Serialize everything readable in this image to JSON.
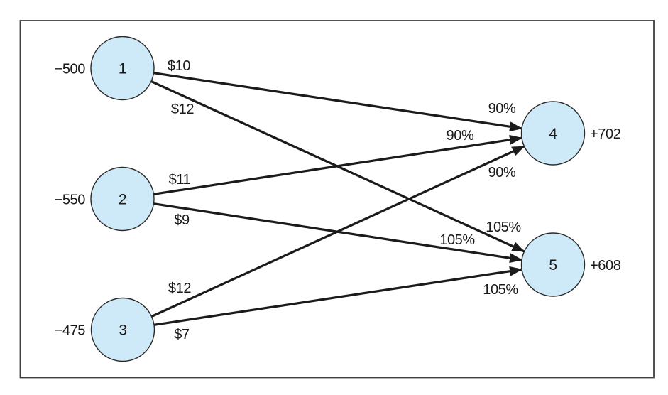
{
  "figure": {
    "description": "Network flow diagram: three supply nodes (1,2,3) connected by cost/yield arcs to two demand nodes (4,5)",
    "colors": {
      "node_fill": "#cee9f7",
      "node_stroke": "#2a2a2a",
      "edge_color": "#1b1b1b",
      "text_color": "#1b1b1b",
      "border_color": "#3e3e40",
      "background": "#ffffff"
    },
    "nodes": {
      "n1": {
        "label": "1",
        "value": "−500"
      },
      "n2": {
        "label": "2",
        "value": "−550"
      },
      "n3": {
        "label": "3",
        "value": "−475"
      },
      "n4": {
        "label": "4",
        "value": "+702"
      },
      "n5": {
        "label": "5",
        "value": "+608"
      }
    },
    "edges": {
      "e14": {
        "from": "1",
        "to": "4",
        "cost": "$10",
        "rate": "90%"
      },
      "e15": {
        "from": "1",
        "to": "5",
        "cost": "$12",
        "rate": "105%"
      },
      "e24": {
        "from": "2",
        "to": "4",
        "cost": "$11",
        "rate": "90%"
      },
      "e25": {
        "from": "2",
        "to": "5",
        "cost": "$9",
        "rate": "105%"
      },
      "e34": {
        "from": "3",
        "to": "4",
        "cost": "$12",
        "rate": "90%"
      },
      "e35": {
        "from": "3",
        "to": "5",
        "cost": "$7",
        "rate": "105%"
      }
    }
  }
}
